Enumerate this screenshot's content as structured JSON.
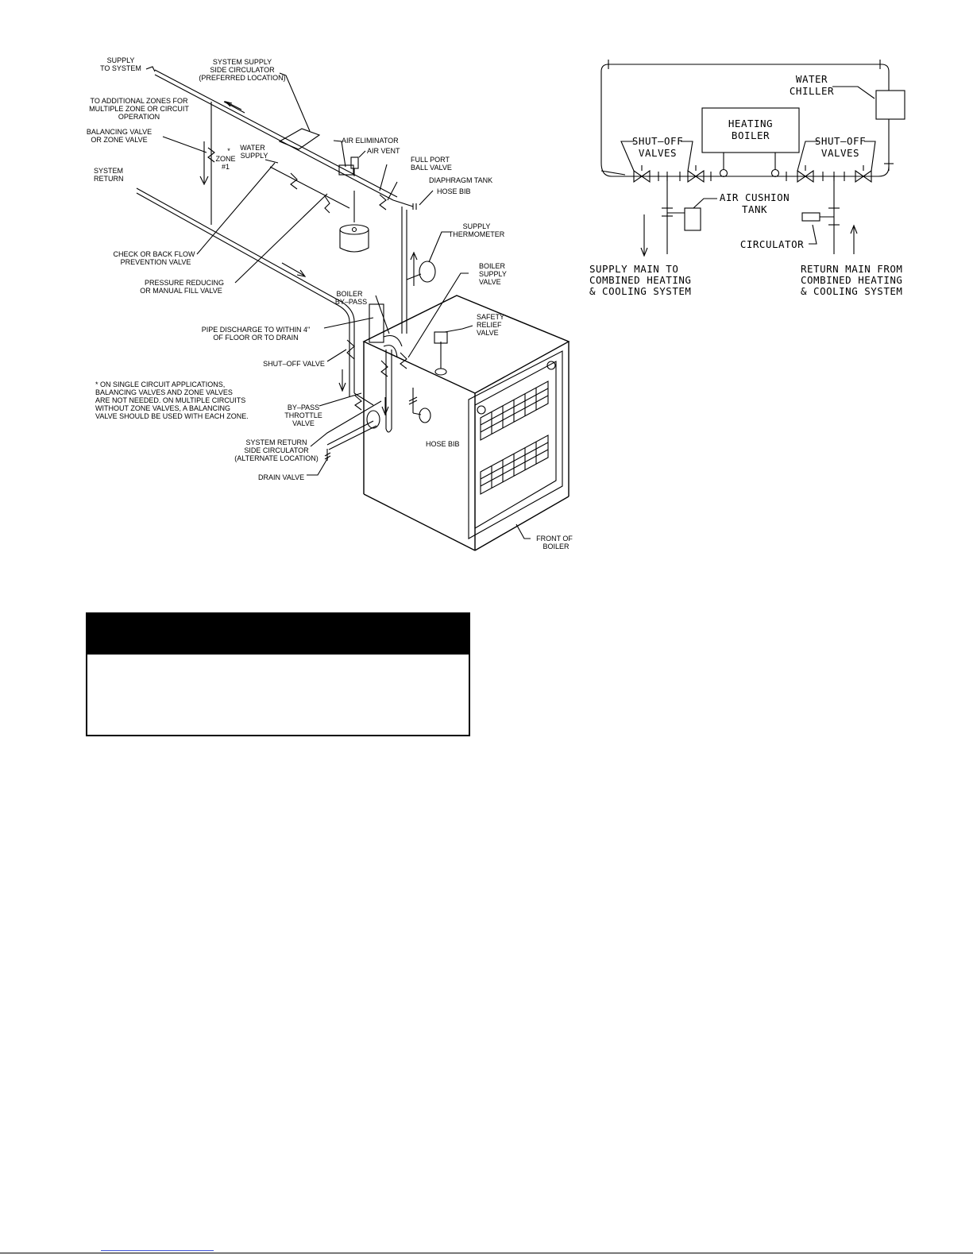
{
  "left_diagram": {
    "labels": {
      "supply_to_system": [
        "SUPPLY",
        "TO SYSTEM"
      ],
      "system_supply_circulator": [
        "SYSTEM SUPPLY",
        "SIDE CIRCULATOR",
        "(PREFERRED LOCATION)"
      ],
      "additional_zones": [
        "TO ADDITIONAL ZONES FOR",
        "MULTIPLE ZONE OR CIRCUIT",
        "OPERATION"
      ],
      "balancing_valve": [
        "BALANCING VALVE",
        "OR ZONE VALVE"
      ],
      "zone": [
        "*",
        "ZONE",
        "#1"
      ],
      "water_supply": [
        "WATER",
        "SUPPLY"
      ],
      "air_eliminator": "AIR ELIMINATOR",
      "air_vent": "AIR VENT",
      "full_port_ball_valve": [
        "FULL PORT",
        "BALL VALVE"
      ],
      "diaphragm_tank": "DIAPHRAGM TANK",
      "hose_bib_top": "HOSE BIB",
      "system_return": [
        "SYSTEM",
        "RETURN"
      ],
      "supply_thermometer": [
        "SUPPLY",
        "THERMOMETER"
      ],
      "check_valve": [
        "CHECK OR BACK FLOW",
        "PREVENTION VALVE"
      ],
      "boiler_supply_valve": [
        "BOILER",
        "SUPPLY",
        "VALVE"
      ],
      "boiler_bypass": [
        "BOILER",
        "BY–PASS"
      ],
      "pressure_reducing": [
        "PRESSURE REDUCING",
        "OR MANUAL FILL VALVE"
      ],
      "safety_relief": [
        "SAFETY",
        "RELIEF",
        "VALVE"
      ],
      "pipe_discharge": [
        "PIPE DISCHARGE TO WITHIN 4\"",
        "OF FLOOR OR TO DRAIN"
      ],
      "shut_off_valve": "SHUT–OFF VALVE",
      "footnote": [
        "* ON SINGLE CIRCUIT APPLICATIONS,",
        "BALANCING VALVES AND ZONE VALVES",
        "ARE NOT NEEDED. ON MULTIPLE CIRCUITS",
        "WITHOUT ZONE VALVES, A BALANCING",
        "VALVE SHOULD BE USED WITH EACH ZONE."
      ],
      "bypass_throttle": [
        "BY–PASS",
        "THROTTLE",
        "VALVE"
      ],
      "return_circulator": [
        "SYSTEM RETURN",
        "SIDE CIRCULATOR",
        "(ALTERNATE LOCATION)"
      ],
      "hose_bib_bottom": "HOSE BIB",
      "drain_valve": "DRAIN VALVE",
      "front_of_boiler": [
        "FRONT OF",
        "BOILER"
      ]
    }
  },
  "right_diagram": {
    "labels": {
      "water_chiller": [
        "WATER",
        "CHILLER"
      ],
      "heating_boiler": [
        "HEATING",
        "BOILER"
      ],
      "shut_off_left": [
        "SHUT–OFF",
        "VALVES"
      ],
      "shut_off_right": [
        "SHUT–OFF",
        "VALVES"
      ],
      "air_cushion_tank": [
        "AIR CUSHION",
        "TANK"
      ],
      "circulator": "CIRCULATOR",
      "supply_main": [
        "SUPPLY MAIN TO",
        "COMBINED HEATING",
        "& COOLING SYSTEM"
      ],
      "return_main": [
        "RETURN MAIN FROM",
        "COMBINED HEATING",
        "& COOLING SYSTEM"
      ]
    }
  }
}
